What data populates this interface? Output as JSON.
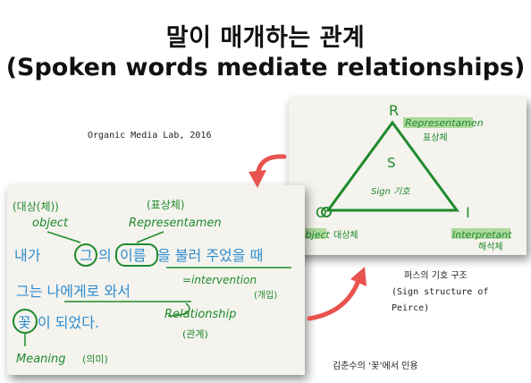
{
  "title": {
    "korean": "말이 매개하는 관계",
    "english": "(Spoken words mediate relationships)"
  },
  "credit": "Organic Media Lab, 2016",
  "left_card": {
    "object_ko": "(대상(체))",
    "object_en": "object",
    "representamen_ko": "(표상체)",
    "representamen_en": "Representamen",
    "line1_a": "내가",
    "line1_circle": "그",
    "line1_b": "의",
    "line1_c": "이름",
    "line1_d": "을 불러 주었을 때",
    "intervention": "=intervention",
    "intervention_ko": "(개입)",
    "line2": "그는 나에게로 와서",
    "relationship": "Relationship",
    "relationship_ko": "(관계)",
    "line3_circle": "꽃",
    "line3_rest": "이 되었다.",
    "meaning": "Meaning",
    "meaning_ko": "(의미)"
  },
  "right_card": {
    "vertex_r": "R",
    "vertex_o": "O",
    "vertex_i": "I",
    "center_s": "S",
    "center_label": "Sign 기호",
    "representamen_en": "Representamen",
    "representamen_ko": "표상체",
    "object_en": "Object",
    "object_ko": "대상체",
    "interpretant_en": "Interpretant",
    "interpretant_ko": "해석체"
  },
  "caption_right": {
    "korean": "퍼스의 기호 구조",
    "english": "(Sign structure of Peirce)"
  },
  "caption_bottom": "김춘수의 ‘꽃’에서 인용",
  "colors": {
    "green_ink": "#1f8a2b",
    "blue_ink": "#2f8dd0",
    "arrow": "#e8534e",
    "highlight": "#8fcf7a"
  }
}
